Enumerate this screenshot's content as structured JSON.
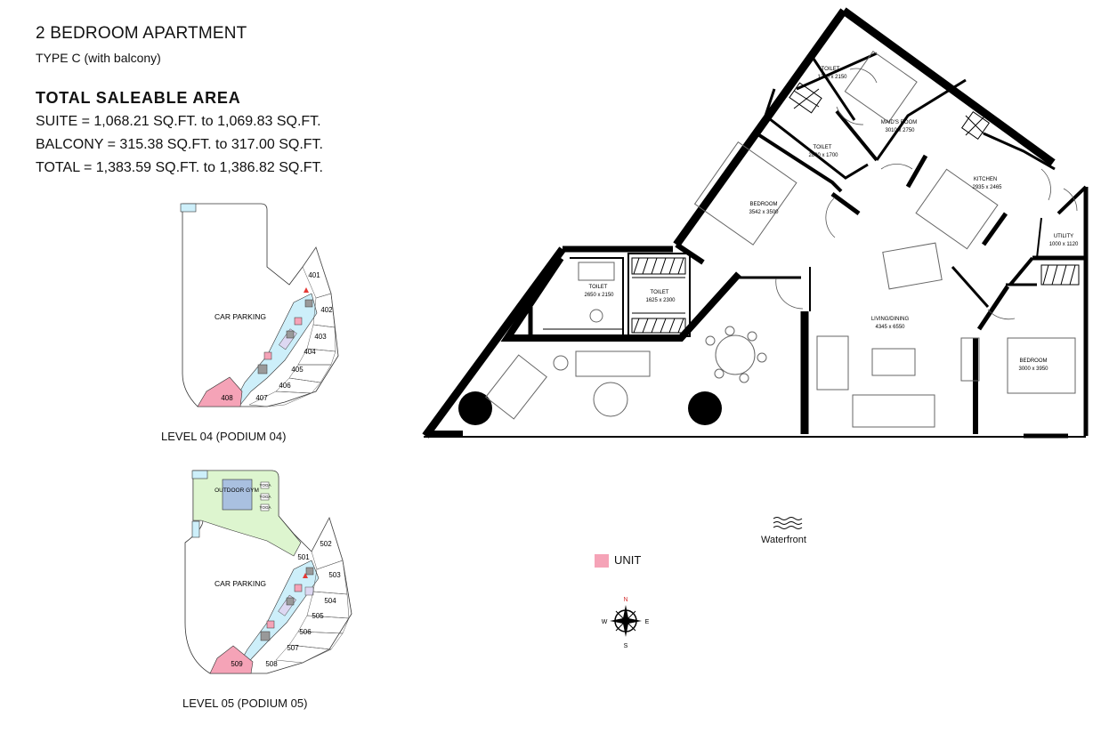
{
  "header": {
    "title": "2 BEDROOM APARTMENT",
    "subtitle": "TYPE C (with balcony)"
  },
  "area": {
    "heading": "TOTAL SALEABLE AREA",
    "suite": "SUITE = 1,068.21 SQ.FT. to 1,069.83 SQ.FT.",
    "balcony": "BALCONY = 315.38 SQ.FT. to 317.00 SQ.FT.",
    "total": "TOTAL = 1,383.59 SQ.FT. to 1,386.82 SQ.FT."
  },
  "key_plan_4": {
    "caption": "LEVEL 04 (PODIUM 04)",
    "parking": "CAR PARKING",
    "units": [
      "401",
      "402",
      "403",
      "404",
      "405",
      "406",
      "407",
      "408"
    ],
    "highlight": "408"
  },
  "key_plan_5": {
    "caption": "LEVEL 05 (PODIUM 05)",
    "parking": "CAR PARKING",
    "gym": "OUTDOOR GYM",
    "yoga": "YOGA",
    "units": [
      "501",
      "502",
      "503",
      "504",
      "505",
      "506",
      "507",
      "508",
      "509"
    ],
    "highlight": "509"
  },
  "rooms": {
    "toilet1": {
      "name": "TOILET",
      "size": "1200 x 2150"
    },
    "maids": {
      "name": "MAID'S ROOM",
      "size": "3010 x 2750"
    },
    "toilet2": {
      "name": "TOILET",
      "size": "2800 x 1700"
    },
    "kitchen": {
      "name": "KITCHEN",
      "size": "2935 x 2465"
    },
    "bedroom1": {
      "name": "BEDROOM",
      "size": "3542 x 3500"
    },
    "utility": {
      "name": "UTILITY",
      "size": "1000 x 1120"
    },
    "toilet3": {
      "name": "TOILET",
      "size": "2650 x 2150"
    },
    "toilet4": {
      "name": "TOILET",
      "size": "1625 x 2300"
    },
    "living": {
      "name": "LIVING/DINING",
      "size": "4345 x 6550"
    },
    "bedroom2": {
      "name": "BEDROOM",
      "size": "3000 x 3950"
    }
  },
  "waterfront": "Waterfront",
  "legend": {
    "label": "UNIT",
    "color": "#f5a3b7"
  },
  "compass": {
    "n": "N",
    "s": "S",
    "e": "E",
    "w": "W"
  },
  "colors": {
    "corridor": "#cdeffa",
    "gym_area": "#ddf5cf",
    "gym_box": "#a9c0e0",
    "lift": "#ddd8f2",
    "wall": "#000000"
  }
}
